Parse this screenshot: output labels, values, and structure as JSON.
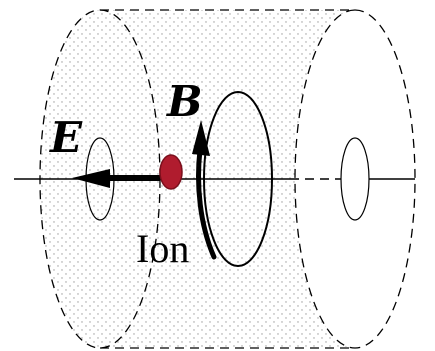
{
  "labels": {
    "electric_field": "E",
    "magnetic_field": "B",
    "particle": "Ion"
  },
  "colors": {
    "ion_fill": "#b01c2e",
    "ion_stroke": "#7a0f1c",
    "line": "#000000",
    "dots": "#9a9a9a"
  }
}
